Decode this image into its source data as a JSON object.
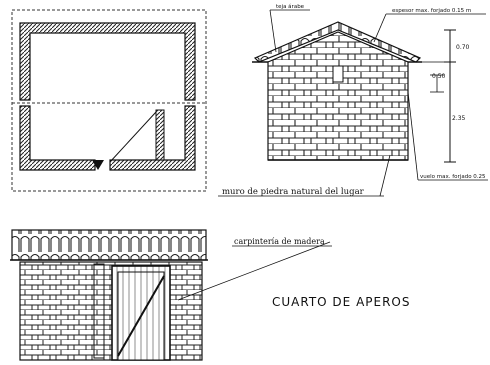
{
  "labels": {
    "teja": "teja árabe",
    "espesor": "espesor max. forjado 0.15 m",
    "muro": "muro de piedra natural del lugar",
    "vuelo": "vuelo max. forjado 0.25",
    "carpinteria": "carpintería de madera",
    "title": "CUARTO DE APEROS"
  },
  "dimensions": {
    "d1": "0.70",
    "d2": "0.50",
    "d3": "2.35"
  }
}
